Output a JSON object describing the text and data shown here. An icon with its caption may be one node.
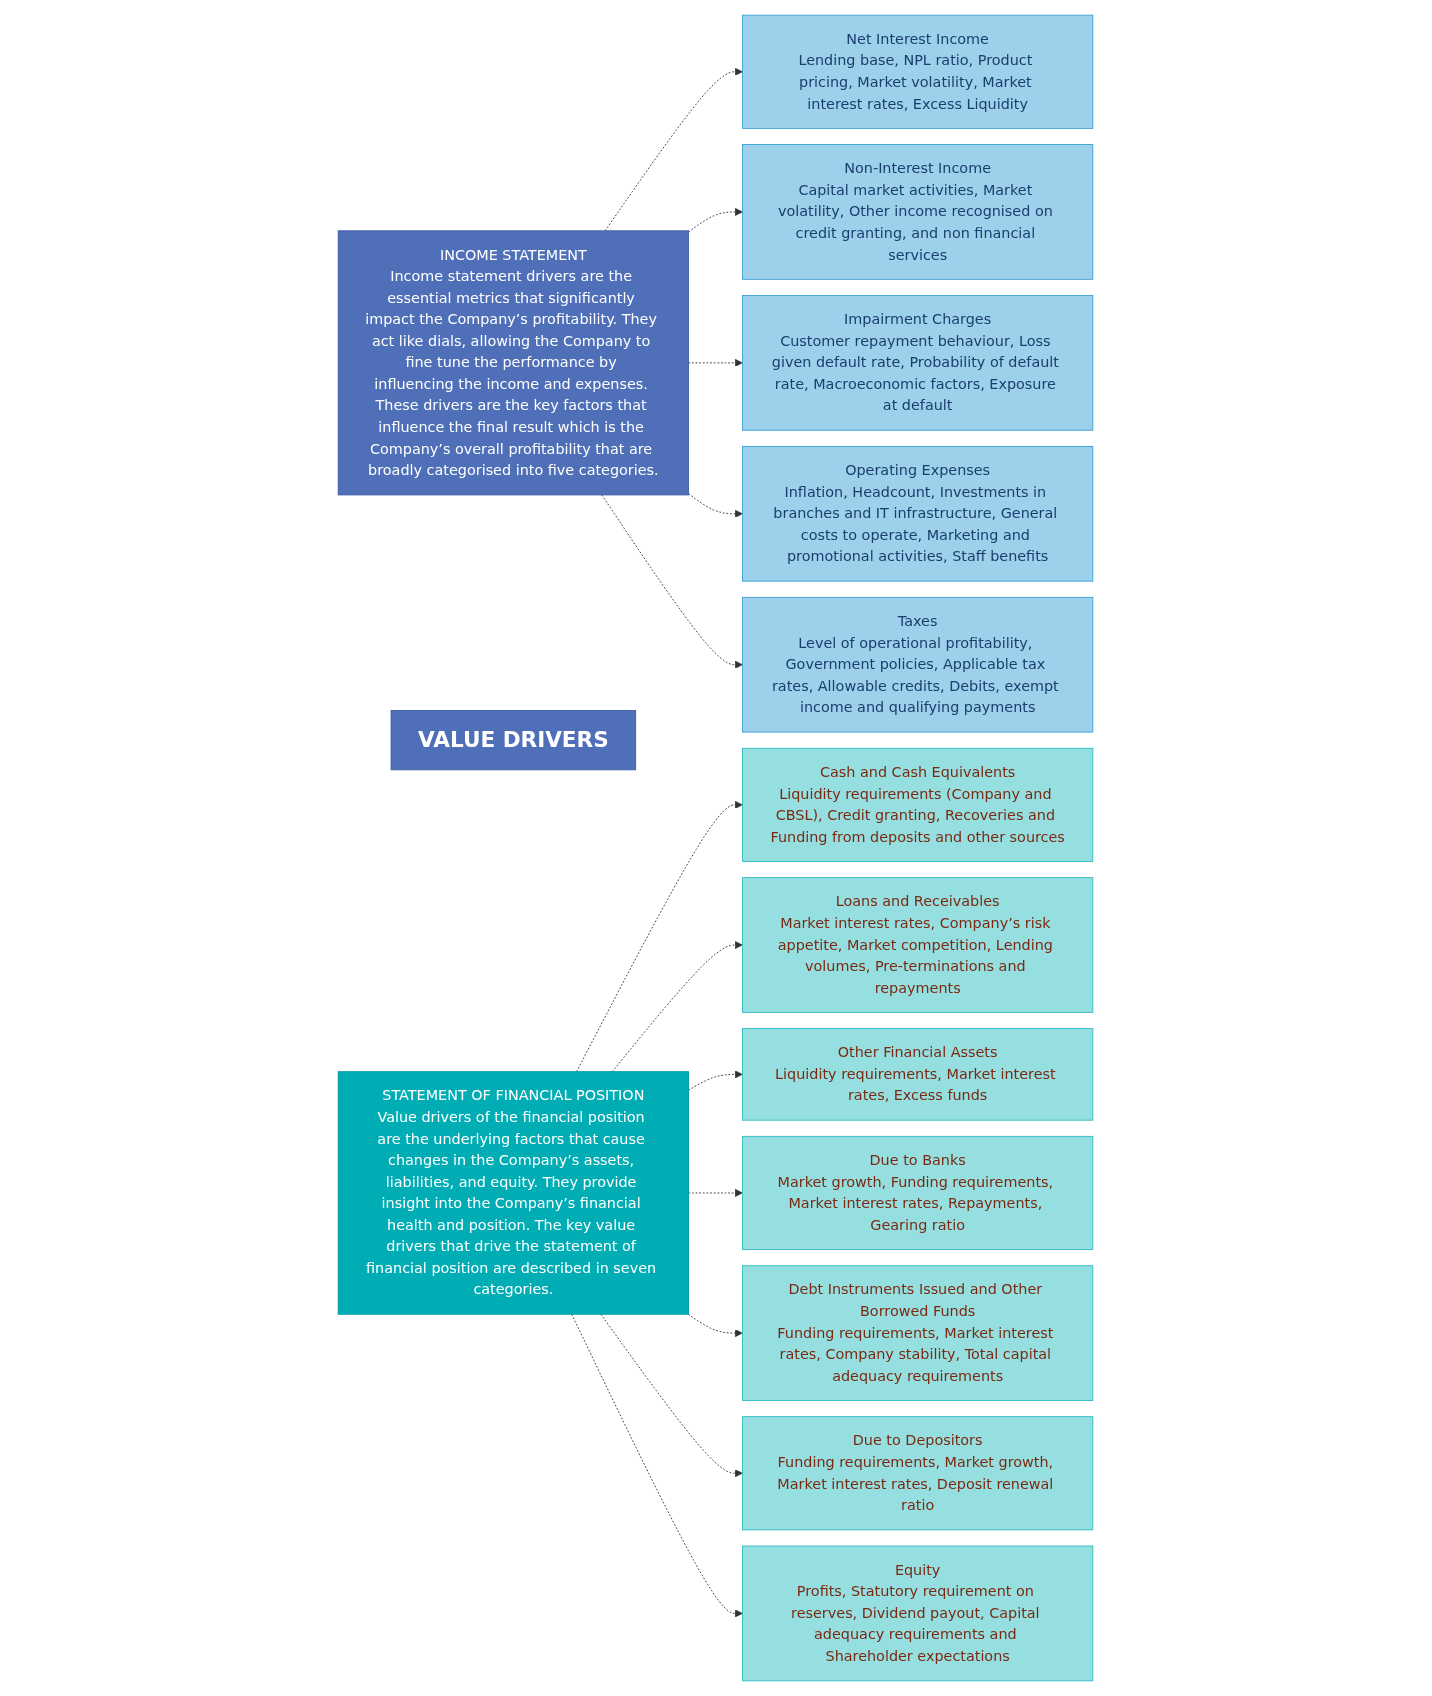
{
  "diagram": {
    "nodes": [
      {
        "text": [
          "INCOME STATEMENT",
          "Income statement drivers are the essential metrics that significantly impact the Company’s profitability. They act like dials, allowing the Company to fine tune the performance by influencing the income and expenses. These drivers are the key factors that influence the final result which is the Company’s overall profitability that are broadly categorised into five categories."
        ]
      },
      {
        "text": [
          "Net Interest Income",
          "Lending base, NPL ratio, Product pricing, Market volatility, Market interest rates, Excess Liquidity"
        ]
      },
      {
        "text": [
          "Non-Interest Income",
          "Capital market activities, Market volatility, Other income recognised on credit granting, and non financial services"
        ]
      },
      {
        "text": [
          "Impairment Charges",
          "Customer repayment behaviour, Loss given default rate, Probability of default rate, Macroeconomic factors, Exposure at default"
        ]
      },
      {
        "text": [
          "Operating Expenses",
          "Inflation, Headcount, Investments in branches and IT infrastructure, General costs to operate, Marketing and promotional activities, Staff benefits"
        ]
      },
      {
        "text": [
          "Taxes",
          "Level of operational profitability, Government policies, Applicable tax rates, Allowable credits, Debits, exempt income and qualifying payments"
        ]
      },
      {
        "text": [
          "VALUE DRIVERS"
        ]
      },
      {
        "text": [
          "STATEMENT OF FINANCIAL POSITION",
          "Value drivers of the financial position are the underlying factors that cause changes in the Company’s assets, liabilities, and equity. They provide insight into the Company’s financial health and position. The key value drivers that drive the statement of financial position are described in seven categories."
        ]
      },
      {
        "text": [
          "Cash and Cash Equivalents",
          "Liquidity requirements (Company and CBSL), Credit granting, Recoveries and Funding from deposits and other sources"
        ]
      },
      {
        "text": [
          "Loans and Receivables",
          "Market interest rates, Company’s risk appetite, Market competition, Lending volumes, Pre-terminations and repayments"
        ]
      },
      {
        "text": [
          "Other Financial Assets",
          "Liquidity requirements, Market interest rates, Excess funds"
        ]
      },
      {
        "text": [
          "Due to Banks",
          "Market growth, Funding requirements, Market interest rates, Repayments, Gearing ratio"
        ]
      },
      {
        "text": [
          "Debt Instruments Issued and Other Borrowed Funds",
          "Funding requirements, Market interest rates, Company stability, Total capital adequacy requirements"
        ]
      },
      {
        "text": [
          "Due to Depositors",
          "Funding requirements, Market growth, Market interest rates, Deposit renewal ratio"
        ]
      },
      {
        "text": [
          "Equity",
          "Profits, Statutory requirement on reserves, Dividend payout, Capital adequacy requirements and Shareholder expectations"
        ]
      }
    ],
    "edges": [
      {
        "from": 0,
        "to": 1,
        "arrow": "to",
        "style": "dashed"
      },
      {
        "from": 0,
        "to": 2,
        "arrow": "to",
        "style": "dashed"
      },
      {
        "from": 0,
        "to": 3,
        "arrow": "to",
        "style": "dashed"
      },
      {
        "from": 0,
        "to": 4,
        "arrow": "to",
        "style": "dashed"
      },
      {
        "from": 0,
        "to": 5,
        "arrow": "to",
        "style": "dashed"
      },
      {
        "from": 7,
        "to": 8,
        "arrow": "to",
        "style": "dashed"
      },
      {
        "from": 7,
        "to": 9,
        "arrow": "to",
        "style": "dashed"
      },
      {
        "from": 7,
        "to": 10,
        "arrow": "to",
        "style": "dashed"
      },
      {
        "from": 7,
        "to": 11,
        "arrow": "to",
        "style": "dashed"
      },
      {
        "from": 7,
        "to": 12,
        "arrow": "to",
        "style": "dashed"
      },
      {
        "from": 7,
        "to": 13,
        "arrow": "to",
        "style": "dashed"
      },
      {
        "from": 7,
        "to": 14,
        "arrow": "to",
        "style": "dashed"
      }
    ]
  }
}
